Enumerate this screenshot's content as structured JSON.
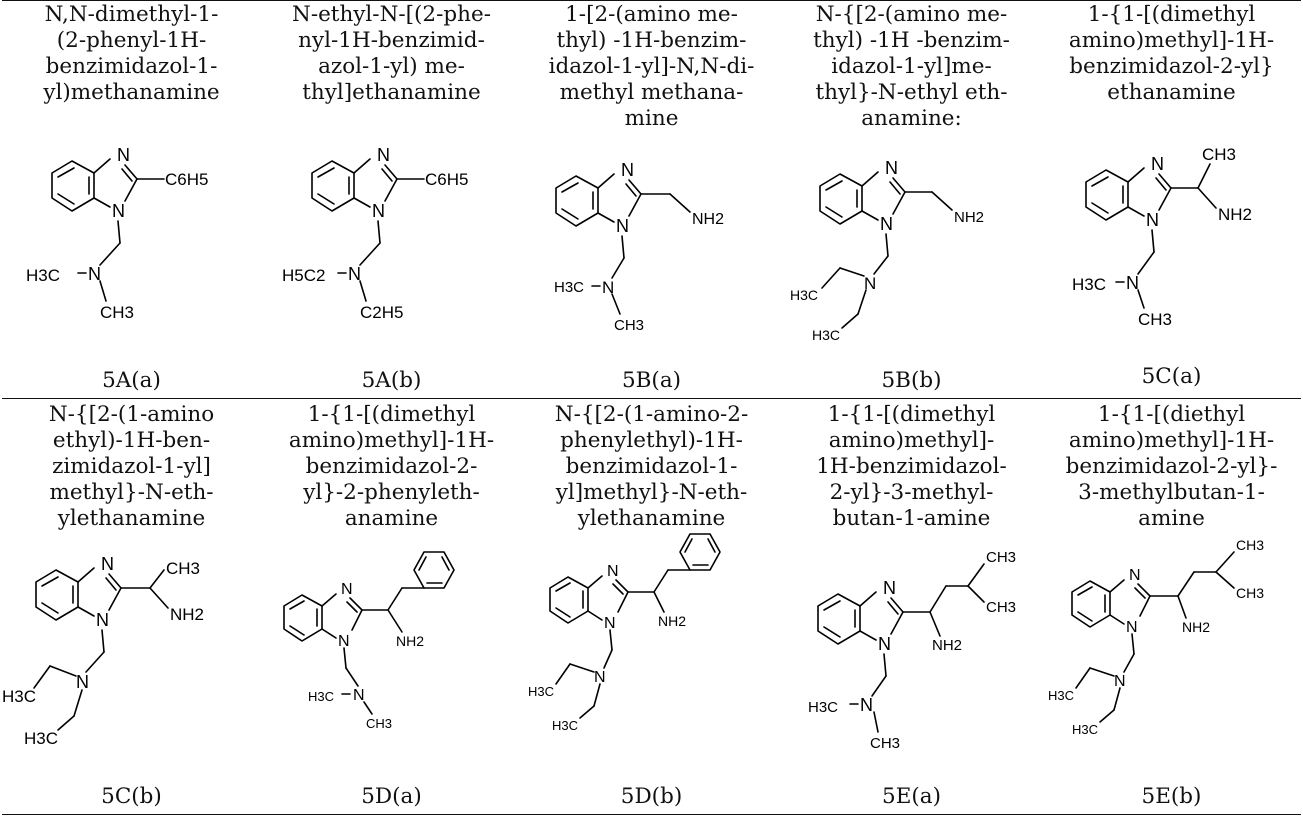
{
  "rows": [
    {
      "cells": [
        {
          "name": "N,N-dimethyl-1-\n(2-phenyl-1H-\nbenzimidazol-1-\nyl)methanamine",
          "label": "5A(a)",
          "atoms": {
            "n1": "N",
            "n2": "N",
            "sub": "C6H5",
            "amine": "N",
            "left": "H3C",
            "down": "CH3"
          }
        },
        {
          "name": "N-ethyl-N-[(2-phe-\nnyl-1H-benzimid-\nazol-1-yl) me-\nthyl]ethanamine",
          "label": "5A(b)",
          "atoms": {
            "n1": "N",
            "n2": "N",
            "sub": "C6H5",
            "amine": "N",
            "left": "H5C2",
            "down": "C2H5"
          }
        },
        {
          "name": "1-[2-(amino me-\nthyl) -1H-benzim-\nidazol-1-yl]-N,N-di-\nmethyl methana-\nmine",
          "label": "5B(a)",
          "atoms": {
            "n1": "N",
            "n2": "N",
            "sub": "NH2",
            "amine": "N",
            "left": "H3C",
            "down": "CH3"
          }
        },
        {
          "name": "N-{[2-(amino me-\nthyl) -1H -benzim-\nidazol-1-yl]me-\nthyl}-N-ethyl eth-\nanamine:",
          "label": "5B(b)",
          "atoms": {
            "n1": "N",
            "n2": "N",
            "sub": "NH2",
            "amine": "N",
            "left": "H3C",
            "down": "H3C"
          }
        },
        {
          "name": "1-{1-[(dimethyl\namino)methyl]-1H-\nbenzimidazol-2-yl}\nethanamine",
          "label": "5C(a)",
          "atoms": {
            "n1": "N",
            "n2": "N",
            "top": "CH3",
            "sub": "NH2",
            "amine": "N",
            "left": "H3C",
            "down": "CH3"
          }
        }
      ]
    },
    {
      "cells": [
        {
          "name": "N-{[2-(1-amino\nethyl)-1H-ben-\nzimidazol-1-yl]\nmethyl}-N-eth-\nylethanamine",
          "label": "5C(b)",
          "atoms": {
            "n1": "N",
            "n2": "N",
            "top": "CH3",
            "sub": "NH2",
            "amine": "N",
            "left": "H3C",
            "down": "H3C"
          }
        },
        {
          "name": "1-{1-[(dimethyl\namino)methyl]-1H-\nbenzimidazol-2-\nyl}-2-phenyleth-\nanamine",
          "label": "5D(a)",
          "atoms": {
            "n1": "N",
            "n2": "N",
            "sub": "NH2",
            "amine": "N",
            "left": "H3C",
            "down": "CH3"
          }
        },
        {
          "name": "N-{[2-(1-amino-2-\nphenylethyl)-1H-\nbenzimidazol-1-\nyl]methyl}-N-eth-\nylethanamine",
          "label": "5D(b)",
          "atoms": {
            "n1": "N",
            "n2": "N",
            "sub": "NH2",
            "amine": "N",
            "left": "H3C",
            "down": "H3C"
          }
        },
        {
          "name": "1-{1-[(dimethyl\namino)methyl]-\n1H-benzimidazol-\n2-yl}-3-methyl-\nbutan-1-amine",
          "label": "5E(a)",
          "atoms": {
            "n1": "N",
            "n2": "N",
            "me1": "CH3",
            "me2": "CH3",
            "sub": "NH2",
            "amine": "N",
            "left": "H3C",
            "down": "CH3"
          }
        },
        {
          "name": "1-{1-[(diethyl\namino)methyl]-1H-\nbenzimidazol-2-yl}-\n3-methylbutan-1-\namine",
          "label": "5E(b)",
          "atoms": {
            "n1": "N",
            "n2": "N",
            "me1": "CH3",
            "me2": "CH3",
            "sub": "NH2",
            "amine": "N",
            "left": "H3C",
            "down": "H3C"
          }
        }
      ]
    }
  ]
}
